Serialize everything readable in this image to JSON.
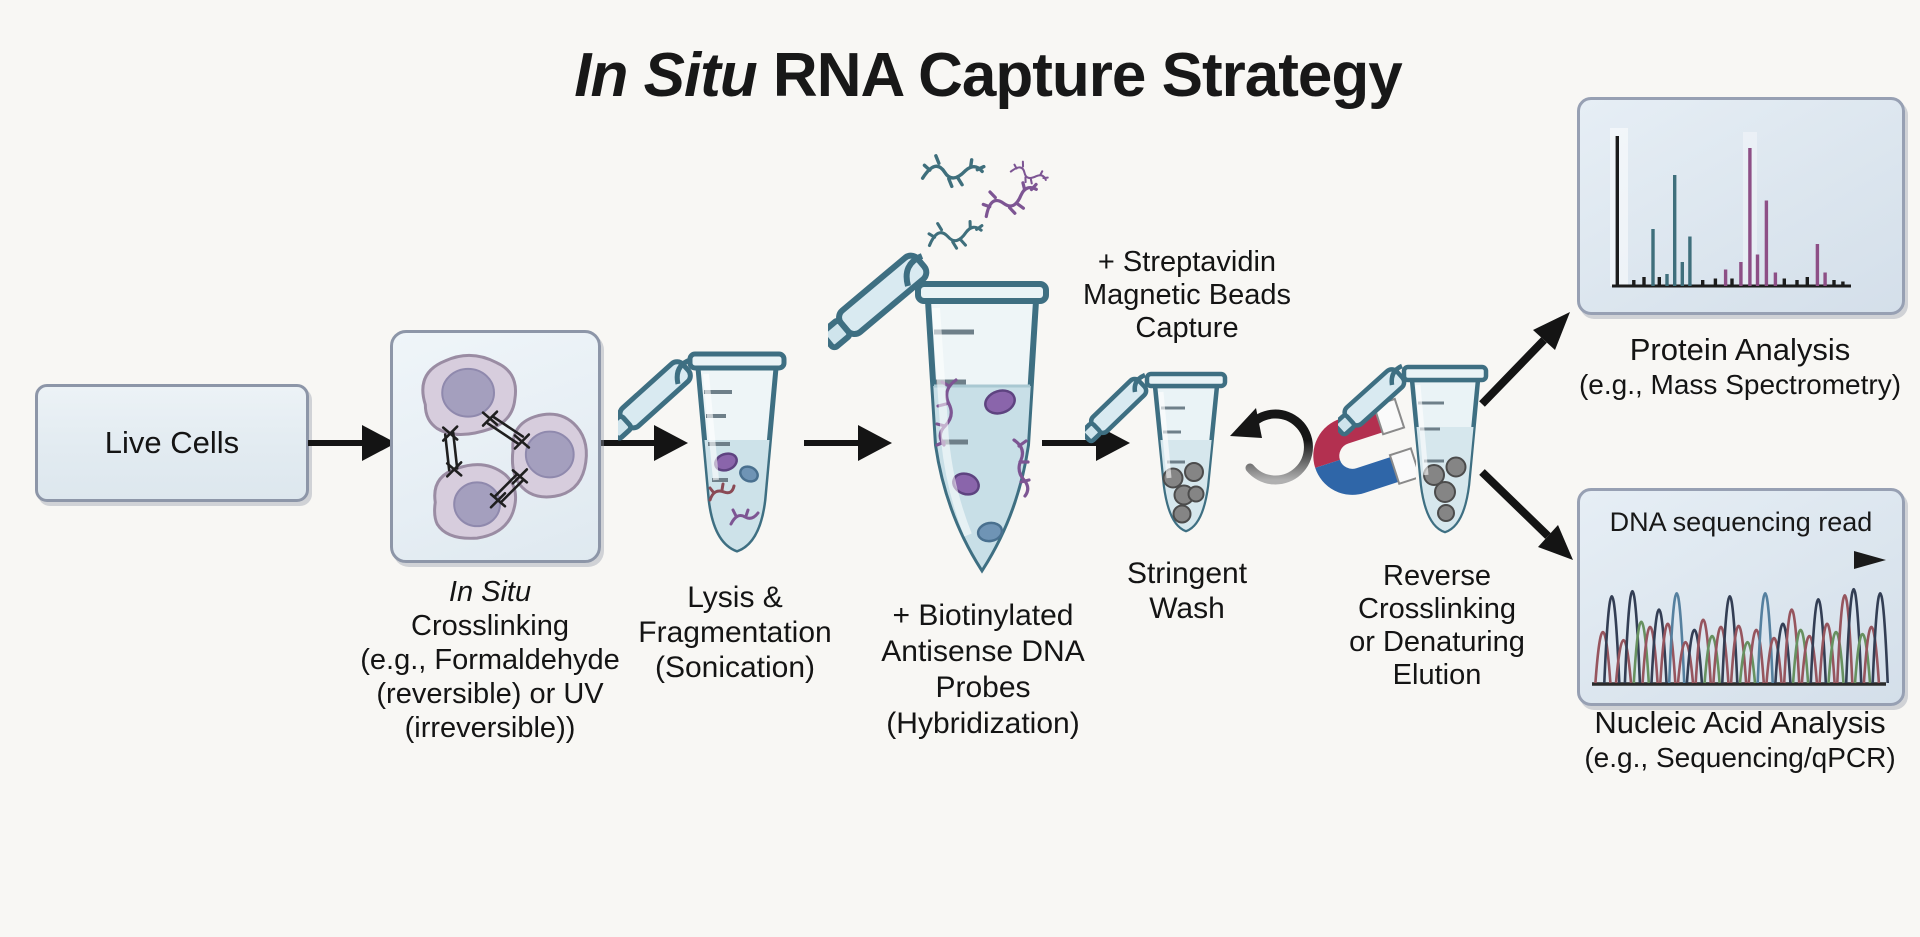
{
  "title": {
    "italic_part": "In Situ",
    "normal_part": " RNA Capture Strategy"
  },
  "steps": {
    "live_cells": {
      "label": "Live Cells"
    },
    "crosslinking": {
      "lines": [
        "In Situ",
        "Crosslinking",
        "(e.g., Formaldehyde",
        "(reversible) or UV",
        "(irreversible))"
      ]
    },
    "lysis": {
      "lines": [
        "Lysis &",
        "Fragmentation",
        "(Sonication)"
      ]
    },
    "hybridization": {
      "lines": [
        "+ Biotinylated",
        "Antisense DNA",
        "Probes",
        "(Hybridization)"
      ]
    },
    "capture": {
      "lines": [
        "+ Streptavidin",
        "Magnetic Beads",
        "Capture"
      ]
    },
    "wash": {
      "lines": [
        "Stringent",
        "Wash"
      ]
    },
    "elution": {
      "lines": [
        "Reverse",
        "Crosslinking",
        "or Denaturing",
        "Elution"
      ]
    }
  },
  "outputs": {
    "protein": {
      "title": "Protein Analysis",
      "subtitle": "(e.g., Mass Spectrometry)"
    },
    "nucleic": {
      "title": "Nucleic Acid Analysis",
      "subtitle": "(e.g., Sequencing/qPCR)",
      "read_label": "DNA sequencing read"
    }
  },
  "figures": {
    "mass_spectrum": {
      "colors": [
        "#1c1c1c",
        "#3f6f7c",
        "#8d4f86"
      ],
      "peaks": [
        [
          0.5,
          100,
          0
        ],
        [
          7,
          4,
          0
        ],
        [
          11,
          6,
          0
        ],
        [
          14.5,
          38,
          1
        ],
        [
          17,
          6,
          0
        ],
        [
          20,
          8,
          1
        ],
        [
          23,
          74,
          1
        ],
        [
          26,
          16,
          1
        ],
        [
          29,
          33,
          1
        ],
        [
          34,
          4,
          0
        ],
        [
          39,
          5,
          0
        ],
        [
          43,
          11,
          2
        ],
        [
          45.5,
          5,
          0
        ],
        [
          49,
          16,
          2
        ],
        [
          52.5,
          92,
          2
        ],
        [
          55.5,
          21,
          2
        ],
        [
          59,
          57,
          2
        ],
        [
          62.5,
          9,
          2
        ],
        [
          66,
          5,
          0
        ],
        [
          71,
          4,
          0
        ],
        [
          75,
          6,
          0
        ],
        [
          79,
          28,
          2
        ],
        [
          82,
          9,
          2
        ],
        [
          85.5,
          4,
          0
        ],
        [
          89,
          3,
          0
        ]
      ]
    },
    "chromatogram": {
      "colors": [
        "#96555e",
        "#333e54",
        "#679160",
        "#55809f"
      ],
      "peaks": [
        [
          2,
          50,
          0
        ],
        [
          5,
          85,
          1
        ],
        [
          9,
          42,
          0
        ],
        [
          12,
          90,
          1
        ],
        [
          15,
          60,
          2
        ],
        [
          18,
          55,
          0
        ],
        [
          21,
          72,
          1
        ],
        [
          24,
          58,
          0
        ],
        [
          27,
          88,
          3
        ],
        [
          30,
          40,
          0
        ],
        [
          33,
          52,
          1
        ],
        [
          36,
          62,
          0
        ],
        [
          39,
          46,
          2
        ],
        [
          42,
          55,
          0
        ],
        [
          45,
          85,
          1
        ],
        [
          48,
          56,
          0
        ],
        [
          51,
          40,
          2
        ],
        [
          54,
          52,
          0
        ],
        [
          57,
          88,
          3
        ],
        [
          60,
          44,
          0
        ],
        [
          63,
          58,
          1
        ],
        [
          66,
          72,
          0
        ],
        [
          69,
          52,
          2
        ],
        [
          72,
          46,
          0
        ],
        [
          75,
          82,
          1
        ],
        [
          78,
          58,
          0
        ],
        [
          81,
          50,
          2
        ],
        [
          84,
          86,
          0
        ],
        [
          87,
          92,
          1
        ],
        [
          90,
          48,
          2
        ],
        [
          93,
          55,
          0
        ],
        [
          96,
          88,
          1
        ]
      ]
    }
  }
}
